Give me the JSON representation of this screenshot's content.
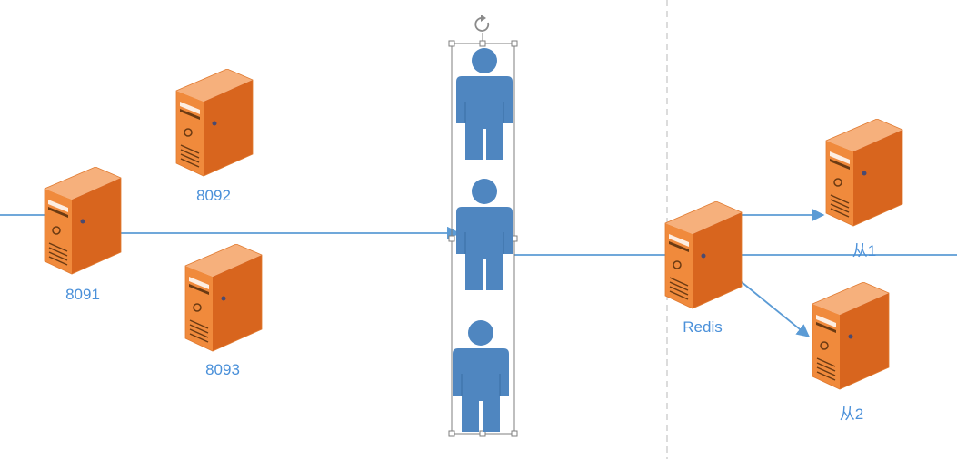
{
  "colors": {
    "connector": "#5b9bd5",
    "label": "#4a90d9",
    "person": "#4f86c0",
    "server_front": "#f08a3c",
    "server_side": "#d8651e",
    "server_top": "#f6b07c",
    "divider": "#b8b8b8",
    "selection": "#7f7f7f"
  },
  "nodes": {
    "server_8091": {
      "label": "8091",
      "icon": "server-icon"
    },
    "server_8092": {
      "label": "8092",
      "icon": "server-icon"
    },
    "server_8093": {
      "label": "8093",
      "icon": "server-icon"
    },
    "redis": {
      "label": "Redis",
      "icon": "server-icon"
    },
    "slave_1": {
      "label": "从1",
      "icon": "server-icon"
    },
    "slave_2": {
      "label": "从2",
      "icon": "server-icon"
    }
  },
  "selection": {
    "icons": [
      "person-icon",
      "person-icon",
      "person-icon"
    ],
    "rotate_handle_icon": "rotate-icon"
  }
}
